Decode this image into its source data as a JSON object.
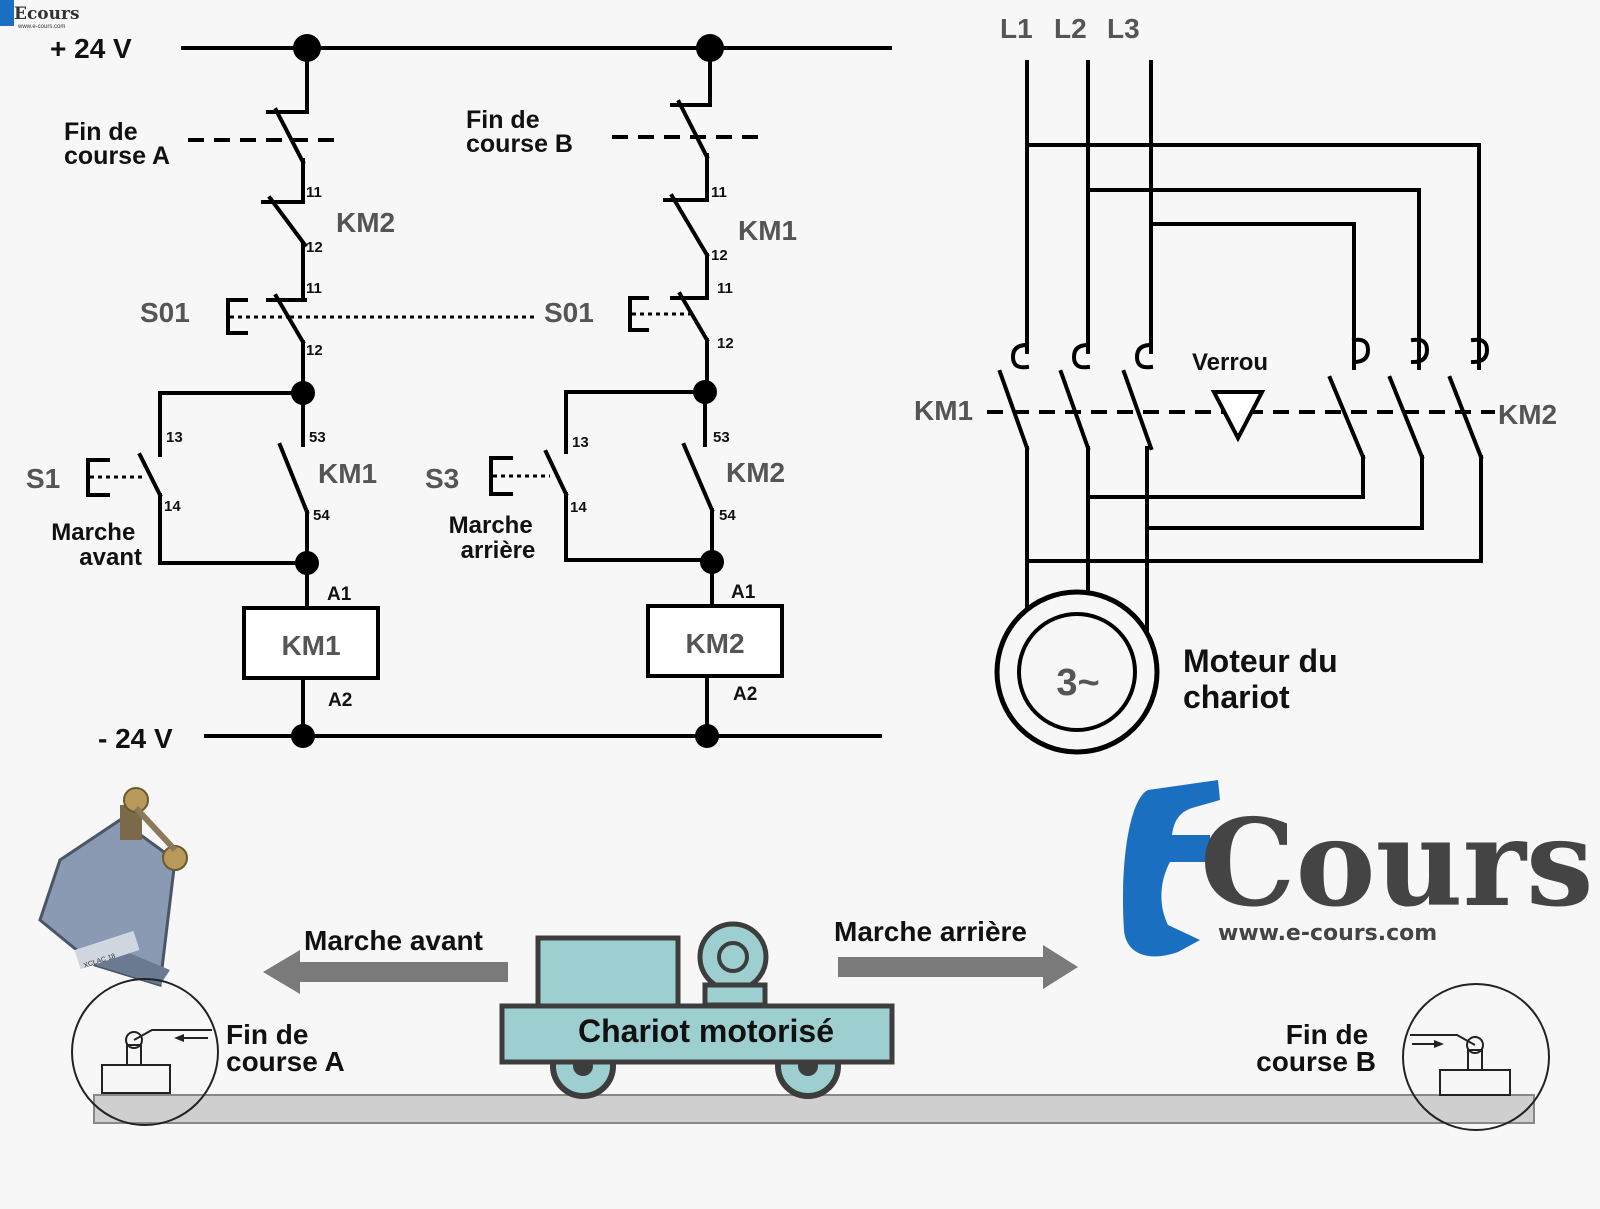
{
  "logo_small": {
    "text": "Ecours",
    "url": "www.e-cours.com"
  },
  "logo_big": {
    "letter": "E",
    "text": "Cours",
    "url": "www.e-cours.com"
  },
  "colors": {
    "logo_blue": "#1a6fc0",
    "logo_gray": "#444444",
    "cart_fill": "#9ecfd0",
    "cart_stroke": "#3d3d3d",
    "rail_fill": "#cfcfcf"
  },
  "control": {
    "plus_supply": "+ 24 V",
    "minus_supply": "- 24 V",
    "branch_a": {
      "limit_switch": [
        "Fin de",
        "course A"
      ],
      "interlock_contact": "KM2",
      "stop_button": "S01",
      "start_button": "S1",
      "start_caption": [
        "Marche",
        "avant"
      ],
      "holding_contact": "KM1",
      "coil": "KM1",
      "terminals": {
        "nc_in": "11",
        "nc_out": "12",
        "stop_in": "11",
        "stop_out": "12",
        "no_in": "13",
        "no_out": "14",
        "hold_in": "53",
        "hold_out": "54",
        "a1": "A1",
        "a2": "A2"
      }
    },
    "branch_b": {
      "limit_switch": [
        "Fin de",
        "course B"
      ],
      "interlock_contact": "KM1",
      "stop_button": "S01",
      "start_button": "S3",
      "start_caption": [
        "Marche",
        "arrière"
      ],
      "holding_contact": "KM2",
      "coil": "KM2",
      "terminals": {
        "nc_in": "11",
        "nc_out": "12",
        "stop_in": "11",
        "stop_out": "12",
        "no_in": "13",
        "no_out": "14",
        "hold_in": "53",
        "hold_out": "54",
        "a1": "A1",
        "a2": "A2"
      }
    }
  },
  "power": {
    "phases": [
      "L1",
      "L2",
      "L3"
    ],
    "contactor_left": "KM1",
    "contactor_right": "KM2",
    "interlock": "Verrou",
    "motor_symbol": "3~",
    "motor_caption": [
      "Moteur du",
      "chariot"
    ]
  },
  "scene": {
    "cart_label": "Chariot motorisé",
    "arrow_left": "Marche avant",
    "arrow_right": "Marche arrière",
    "switch_a": [
      "Fin de",
      "course A"
    ],
    "switch_b": [
      "Fin de",
      "course B"
    ],
    "device_plate": "XCLAC 18"
  }
}
